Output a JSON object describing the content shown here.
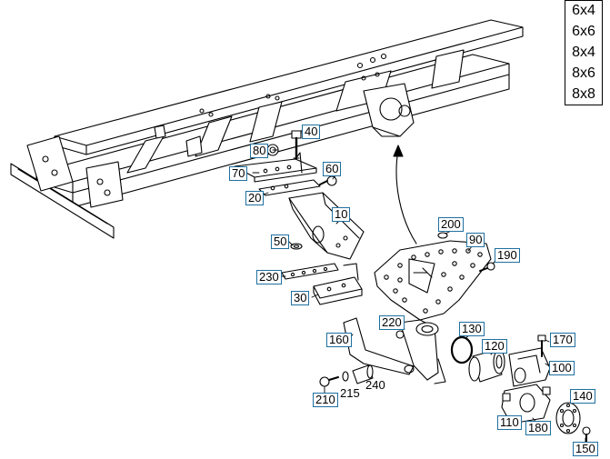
{
  "variants": [
    "6x4",
    "6x6",
    "8x4",
    "8x6",
    "8x8"
  ],
  "callouts": {
    "c10": "10",
    "c20": "20",
    "c30": "30",
    "c40": "40",
    "c50": "50",
    "c60": "60",
    "c70": "70",
    "c80": "80",
    "c90": "90",
    "c100": "100",
    "c110": "110",
    "c120": "120",
    "c130": "130",
    "c140": "140",
    "c150": "150",
    "c160": "160",
    "c170": "170",
    "c180": "180",
    "c190": "190",
    "c200": "200",
    "c210": "210",
    "c215": "215",
    "c220": "220",
    "c230": "230",
    "c240": "240"
  }
}
